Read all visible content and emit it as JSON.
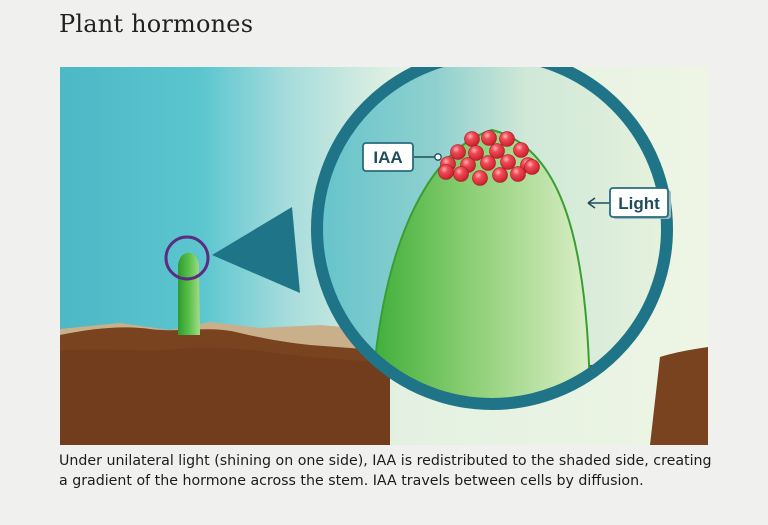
{
  "title": "Plant hormones",
  "figure": {
    "labels": {
      "iaa": "IAA",
      "light": "Light"
    },
    "colors": {
      "sky": "#5cc2cc",
      "light_glow": "#e8f3df",
      "soil": "#7a4320",
      "stem_green": "#43b43f",
      "iaa_red": "#e8323f",
      "lens_ring": "#1f7587",
      "highlight_circle": "#5a2d82"
    },
    "icons": {
      "arrow": "arrow-left-icon"
    }
  },
  "caption": "Under unilateral light (shining on one side), IAA is redistributed to the shaded side, creating a gradient of the hormone across the stem. IAA travels between cells by diffusion."
}
